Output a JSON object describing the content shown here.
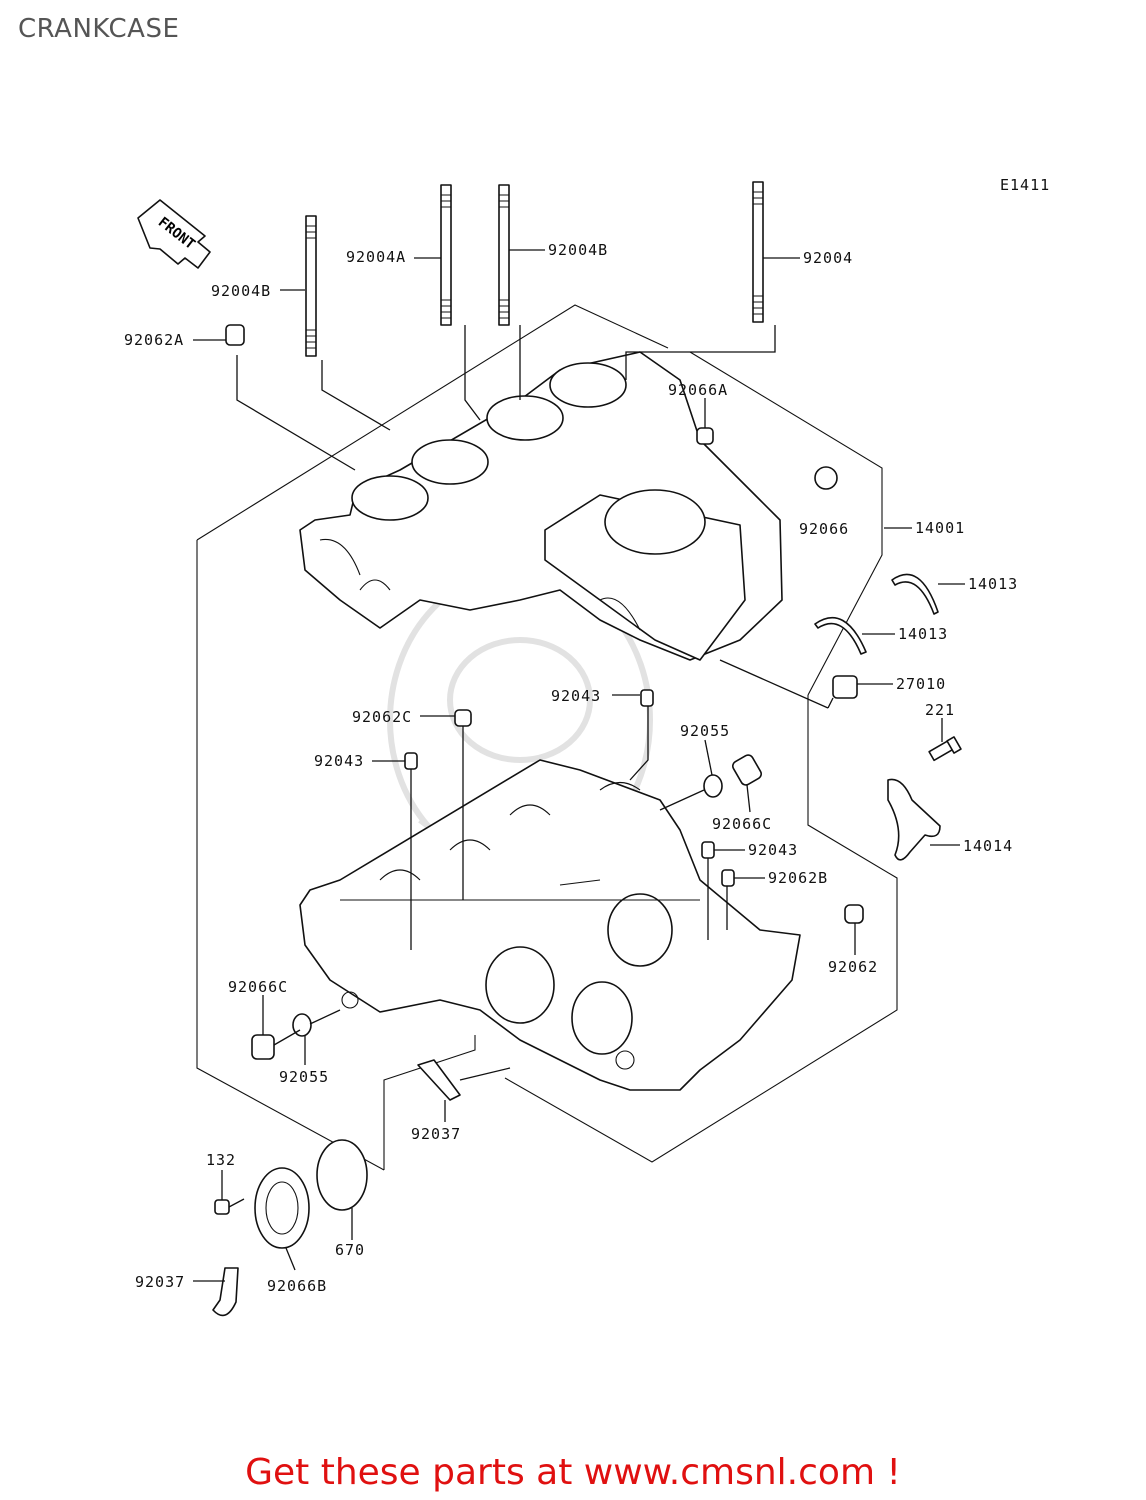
{
  "title": "CRANKCASE",
  "figure_code": "E1411",
  "front_arrow_text": "FRONT",
  "footer_text": "Get these parts at www.cmsnl.com !",
  "callouts": {
    "c92004B_left": "92004B",
    "c92004A": "92004A",
    "c92004B_right": "92004B",
    "c92004": "92004",
    "c92062A": "92062A",
    "c92066A": "92066A",
    "c92066": "92066",
    "c14001": "14001",
    "c14013_upper": "14013",
    "c14013_lower": "14013",
    "c27010": "27010",
    "c221": "221",
    "c14014": "14014",
    "c92043_upper": "92043",
    "c92062C": "92062C",
    "c92043_left": "92043",
    "c92055_upper": "92055",
    "c92066C_right": "92066C",
    "c92043_right": "92043",
    "c92062B": "92062B",
    "c92062": "92062",
    "c92066C_left": "92066C",
    "c92055_left": "92055",
    "c92037_mid": "92037",
    "c132": "132",
    "c670": "670",
    "c92037_low": "92037",
    "c92066B": "92066B"
  },
  "colors": {
    "footer": "#e01010",
    "title": "#555555",
    "lines": "#111111"
  }
}
